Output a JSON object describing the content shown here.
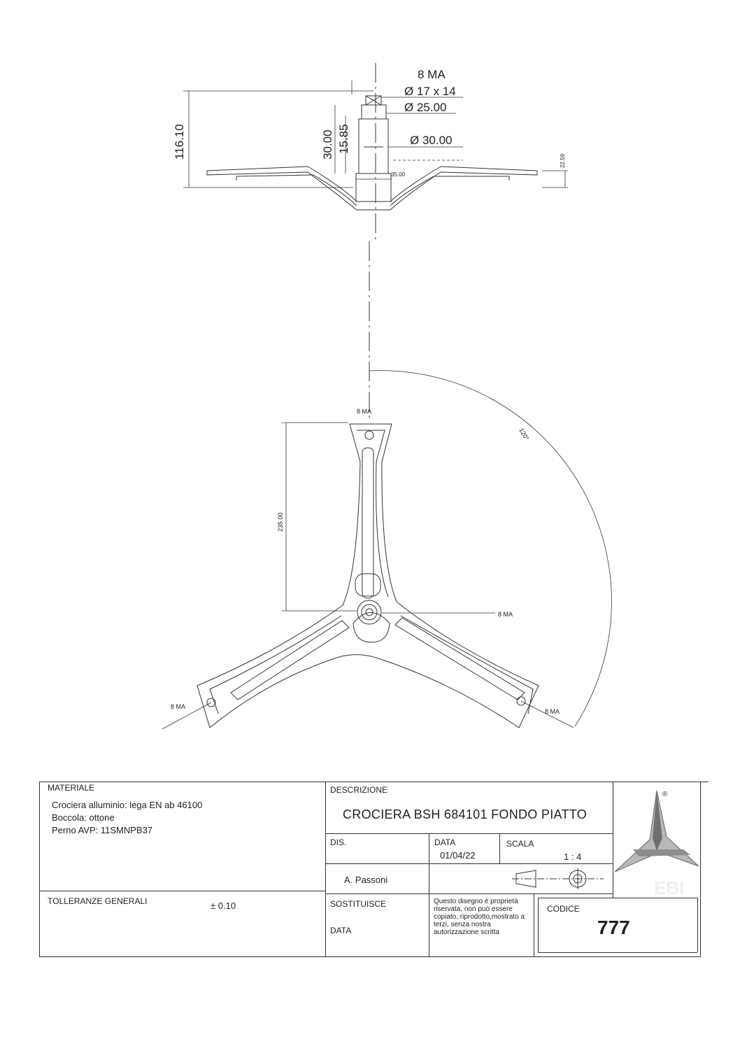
{
  "drawing": {
    "side_view": {
      "thread_label": "8 MA",
      "dia_pin": "Ø 17 x 14",
      "dia_bushing": "Ø 25.00",
      "dia_hub": "Ø 30.00",
      "height_total": "116.10",
      "height_hub": "30.00",
      "height_shoulder": "15.85",
      "hub_width": "35.00",
      "flange_height": "22.59"
    },
    "top_view": {
      "hole_top": "8 MA",
      "hole_center": "8 MA",
      "hole_left": "8 MA",
      "hole_right": "8 MA",
      "arm_length": "235.00",
      "angle": "120°"
    }
  },
  "title_block": {
    "materiale_label": "MATERIALE",
    "materiale_lines": [
      "Crociera alluminio: lega EN ab 46100",
      "Boccola: ottone",
      "Perno AVP: 11SMNPB37"
    ],
    "tolleranze_label": "TOLLERANZE GENERALI",
    "tolleranze_value": "± 0.10",
    "descrizione_label": "DESCRIZIONE",
    "descrizione_value": "CROCIERA BSH 684101 FONDO PIATTO",
    "dis_label": "DIS.",
    "dis_value": "A. Passoni",
    "data_label": "DATA",
    "data_value": "01/04/22",
    "scala_label": "SCALA",
    "scala_value": "1 : 4",
    "sostituisce_label": "SOSTITUISCE",
    "data2_label": "DATA",
    "note": "Questo disegno è proprietà riservata, non può essere copiato, riprodotto,mostrato a terzi, senza nostra autorizzazione scritta",
    "codice_label": "CODICE",
    "codice_value": "777",
    "logo_text": "EBI",
    "logo_mark": "®"
  }
}
